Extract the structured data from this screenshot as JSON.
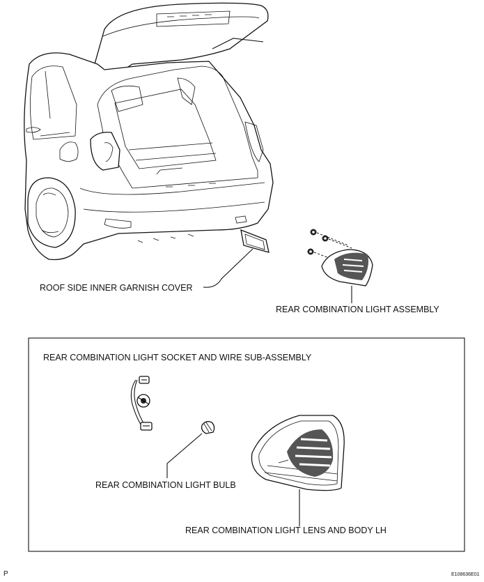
{
  "labels": {
    "garnish_cover": "ROOF SIDE INNER GARNISH COVER",
    "light_assembly": "REAR COMBINATION LIGHT ASSEMBLY",
    "socket_wire": "REAR COMBINATION LIGHT SOCKET AND WIRE SUB-ASSEMBLY",
    "bulb": "REAR COMBINATION LIGHT BULB",
    "lens_body": "REAR COMBINATION LIGHT LENS AND BODY LH"
  },
  "footer": {
    "left_mark": "P",
    "figure_id": "E108636E01"
  }
}
